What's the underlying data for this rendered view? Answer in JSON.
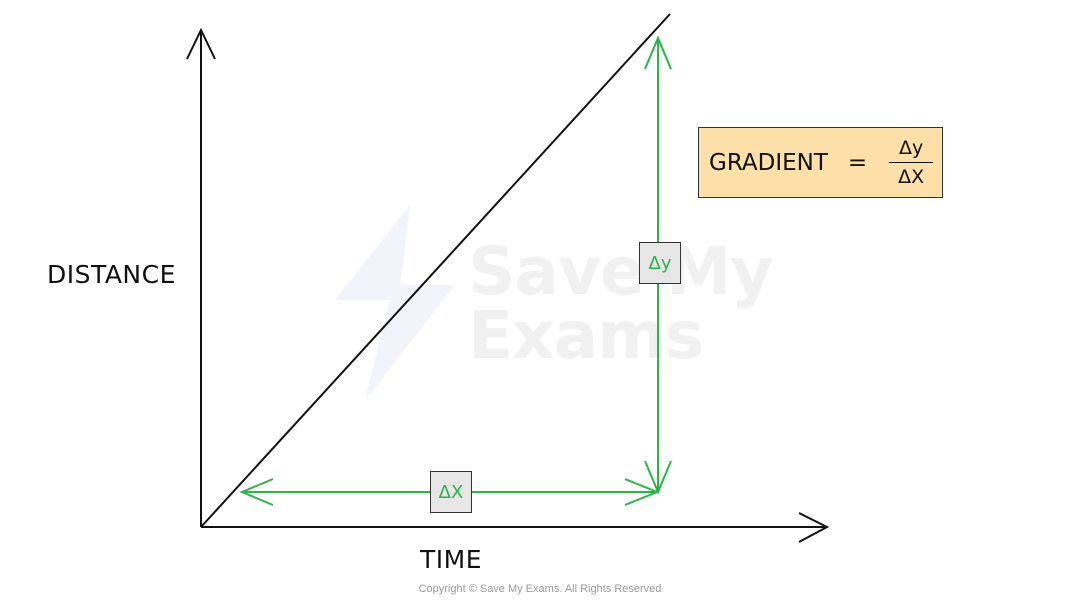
{
  "axes": {
    "x_label": "TIME",
    "y_label": "DISTANCE"
  },
  "markers": {
    "delta_x": "ΔX",
    "delta_y": "Δy"
  },
  "formula": {
    "lhs": "GRADIENT",
    "equals": "=",
    "numerator": "Δy",
    "denominator": "ΔX"
  },
  "colors": {
    "arrow": "#2cb34a",
    "formula_bg": "#fddfa8",
    "box_bg": "#e6e6e6",
    "line": "#111111"
  },
  "watermark": {
    "line1": "Save My",
    "line2": "Exams"
  },
  "footer": {
    "copyright": "Copyright © Save My Exams. All Rights Reserved"
  }
}
